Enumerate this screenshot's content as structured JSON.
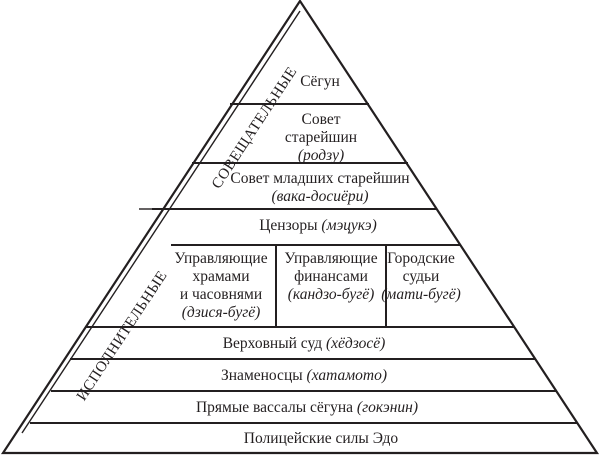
{
  "pyramid": {
    "side_labels": {
      "advisory": "СОВЕЩАТЕЛЬНЫЕ",
      "executive": "ИСПОЛНИТЕЛЬНЫЕ"
    },
    "tiers": {
      "shogun": {
        "name": "Сёгун"
      },
      "elders": {
        "line1": "Совет",
        "line2": "старейшин",
        "term": "(родзу)"
      },
      "junior_elders": {
        "name": "Совет младших старейшин",
        "term": "(вака-досиёри)"
      },
      "censors": {
        "name": "Цензоры",
        "term": "(мэцукэ)"
      },
      "temples": {
        "line1": "Управляющие",
        "line2": "храмами",
        "line3": "и часовнями",
        "term": "(дзися-бугё)"
      },
      "finance": {
        "line1": "Управляющие",
        "line2": "финансами",
        "term": "(кандзо-бугё)"
      },
      "city_judges": {
        "line1": "Городские",
        "line2": "судьи",
        "term": "(мати-бугё)"
      },
      "supreme_court": {
        "name": "Верховный суд",
        "term": "(хёдзосё)"
      },
      "standard_bearers": {
        "name": "Знаменосцы",
        "term": "(хатамото)"
      },
      "direct_vassals": {
        "name": "Прямые вассалы сёгуна",
        "term": "(гокэнин)"
      },
      "edo_police": {
        "name": "Полицейские силы Эдо"
      }
    }
  }
}
